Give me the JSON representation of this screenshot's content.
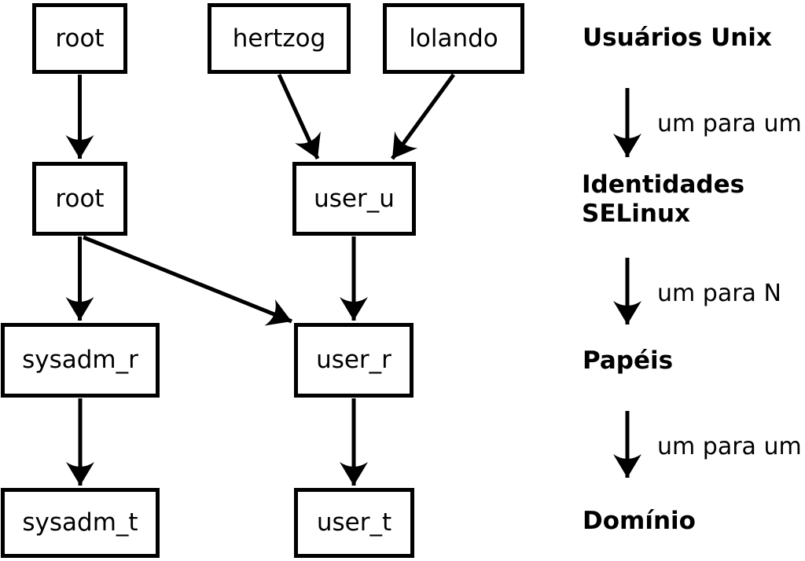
{
  "colors": {
    "ink": "#000000",
    "background": "#ffffff"
  },
  "nodes": {
    "root_unix": "root",
    "hertzog": "hertzog",
    "lolando": "lolando",
    "root_selinux": "root",
    "user_u": "user_u",
    "sysadm_r": "sysadm_r",
    "user_r": "user_r",
    "sysadm_t": "sysadm_t",
    "user_t": "user_t"
  },
  "edges": [
    {
      "from": "root_unix",
      "to": "root_selinux"
    },
    {
      "from": "hertzog",
      "to": "user_u"
    },
    {
      "from": "lolando",
      "to": "user_u"
    },
    {
      "from": "root_selinux",
      "to": "sysadm_r"
    },
    {
      "from": "root_selinux",
      "to": "user_r"
    },
    {
      "from": "user_u",
      "to": "user_r"
    },
    {
      "from": "sysadm_r",
      "to": "sysadm_t"
    },
    {
      "from": "user_r",
      "to": "user_t"
    }
  ],
  "legend": {
    "users_unix": "Usuários Unix",
    "one_to_one_1": "um para um",
    "identities_line1": "Identidades",
    "identities_line2": "SELinux",
    "one_to_n": "um para N",
    "roles": "Papéis",
    "one_to_one_2": "um para um",
    "domain": "Domínio",
    "arrows": [
      {
        "from": "users_unix",
        "to": "identities",
        "label": "um para um"
      },
      {
        "from": "identities",
        "to": "roles",
        "label": "um para N"
      },
      {
        "from": "roles",
        "to": "domain",
        "label": "um para um"
      }
    ]
  }
}
